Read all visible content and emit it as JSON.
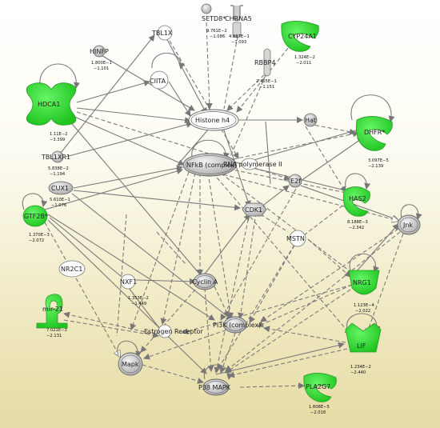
{
  "colors": {
    "upregulated_green": "#33dd33",
    "neutral_node": "#cccccc",
    "node_outline": "#666666",
    "edge": "#7a7a7a"
  },
  "nodes": {
    "setd8": {
      "label": "SETD8*",
      "value": "9.761E−2",
      "fold": "−1.086",
      "shape": "circle",
      "color": "grey"
    },
    "chrna5": {
      "label": "CHRNA5",
      "value": "4.887E−1",
      "fold": "−1.093",
      "shape": "receptor",
      "color": "grey"
    },
    "cyp24a1": {
      "label": "CYP24A1",
      "value": "1.324E−2",
      "fold": "−2.011",
      "shape": "enzyme",
      "color": "green"
    },
    "tbl1x": {
      "label": "TBL1X",
      "shape": "circle",
      "color": "white"
    },
    "hinfp": {
      "label": "HINFP",
      "value": "1.800E−1",
      "fold": "−1.101",
      "shape": "circle",
      "color": "grey"
    },
    "rbbp4": {
      "label": "RBBP4",
      "value": "2.465E−1",
      "fold": "−1.151",
      "shape": "other",
      "color": "grey"
    },
    "ciita": {
      "label": "CIITA",
      "shape": "circle",
      "color": "white"
    },
    "hdca1": {
      "label": "HDCA1",
      "value": "1.11E−2",
      "fold": "−3.399",
      "shape": "peptidase",
      "color": "green"
    },
    "histone_h4": {
      "label": "Histone h4",
      "shape": "complex",
      "color": "white"
    },
    "hat": {
      "label": "Hat",
      "shape": "circle",
      "color": "grey"
    },
    "dhfr": {
      "label": "DHFR*",
      "value": "3.097E−5",
      "fold": "−2.139",
      "shape": "enzyme",
      "color": "green"
    },
    "tbl1xr1": {
      "label": "TBL1XR1",
      "value": "5.838E−2",
      "fold": "−1.194",
      "shape": "circle",
      "color": "grey"
    },
    "nfkb": {
      "label": "NFkB (complex)",
      "shape": "complex",
      "color": "grey"
    },
    "rna_pol": {
      "label": "RNA polymerase II",
      "shape": "complex",
      "color": "white"
    },
    "e2f": {
      "label": "E2f",
      "shape": "circle",
      "color": "grey"
    },
    "cux1": {
      "label": "CUX1",
      "value": "5.610E−1",
      "fold": "−1.076",
      "shape": "circle",
      "color": "grey"
    },
    "gtf2b": {
      "label": "GTF2B*",
      "value": "1.370E−3",
      "fold": "−2.072",
      "shape": "tr",
      "color": "green"
    },
    "cdk1": {
      "label": "CDK1",
      "shape": "kinase",
      "color": "grey"
    },
    "has2": {
      "label": "HAS2",
      "value": "8.188E−3",
      "fold": "−2.342",
      "shape": "enzyme",
      "color": "green"
    },
    "jnk": {
      "label": "Jnk",
      "shape": "complex",
      "color": "grey"
    },
    "mstn": {
      "label": "MSTN",
      "shape": "circle",
      "color": "white"
    },
    "nr2c1": {
      "label": "NR2C1",
      "shape": "circle",
      "color": "white"
    },
    "nxf1": {
      "label": "NXF1",
      "value": "1.353E−2",
      "fold": "−1.449",
      "shape": "circle",
      "color": "white"
    },
    "cyclin_a": {
      "label": "Cyclin A",
      "shape": "complex",
      "color": "grey"
    },
    "nrg1": {
      "label": "NRG1",
      "value": "1.123E−4",
      "fold": "−2.022",
      "shape": "growth",
      "color": "green"
    },
    "mir21": {
      "label": "mir-21",
      "value": "7.021E−3",
      "fold": "−2.131",
      "shape": "mirna",
      "color": "green"
    },
    "estrogen_receptor": {
      "label": "Estrogen Receptor",
      "shape": "circle",
      "color": "white"
    },
    "pi3k": {
      "label": "PI3K (complex)",
      "shape": "complex",
      "color": "grey"
    },
    "lif": {
      "label": "LIF",
      "value": "1.234E−2",
      "fold": "−2.440",
      "shape": "cytokine",
      "color": "green"
    },
    "mapk": {
      "label": "Mapk",
      "shape": "complex",
      "color": "grey"
    },
    "p38": {
      "label": "P38 MAPK",
      "shape": "complex",
      "color": "grey"
    },
    "pla2g7": {
      "label": "PLA2G7",
      "value": "1.608E−5",
      "fold": "−2.018",
      "shape": "enzyme",
      "color": "green"
    }
  }
}
